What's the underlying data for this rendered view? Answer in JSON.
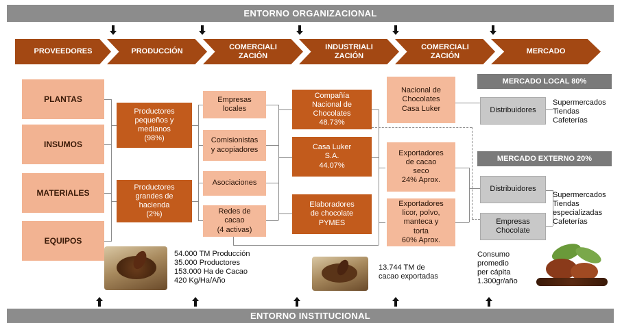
{
  "top_band": "ENTORNO ORGANIZACIONAL",
  "bottom_band": "ENTORNO INSTITUCIONAL",
  "stages": [
    "PROVEEDORES",
    "PRODUCCIÓN",
    "COMERCIALI\nZACIÓN",
    "INDUSTRIALI\nZACIÓN",
    "COMERCIALI\nZACIÓN",
    "MERCADO"
  ],
  "suppliers": [
    "PLANTAS",
    "INSUMOS",
    "MATERIALES",
    "EQUIPOS"
  ],
  "production": {
    "small": "Productores\npequeños y\nmedianos\n(98%)",
    "large": "Productores\ngrandes de\nhacienda\n(2%)"
  },
  "commercialization": {
    "local": "Empresas\nlocales",
    "brokers": "Comisionistas\ny acopiadores",
    "associations": "Asociaciones",
    "networks": "Redes de\ncacao\n(4 activas)"
  },
  "industrialization": {
    "cnc": "Compañía\nNacional de\nChocolates\n48.73%",
    "luker": "Casa Luker\nS.A.\n44.07%",
    "pymes": "Elaboradores\nde chocolate\nPYMES"
  },
  "commercialization2": {
    "national": "Nacional de\nChocolates\nCasa Luker",
    "dry_exporters": "Exportadores\nde cacao\nseco\n24% Aprox.",
    "product_exporters": "Exportadores\nlicor, polvo,\nmanteca y\ntorta\n60% Aprox."
  },
  "market": {
    "local_header": "MERCADO LOCAL 80%",
    "external_header": "MERCADO EXTERNO 20%",
    "local_distributors": "Distribuidores",
    "local_channels": "Supermercados\nTiendas\nCafeterías",
    "ext_distributors": "Distribuidores",
    "ext_channels": "Supermercados\nTiendas\nespecializadas\nCafeterías",
    "chocolate_companies": "Empresas\nChocolate"
  },
  "stats": {
    "production": "54.000 TM Producción\n35.000 Productores\n153.000 Ha de Cacao\n420 Kg/Ha/Año",
    "exports": "13.744 TM de\ncacao exportadas",
    "consumption": "Consumo\npromedio\nper cápita\n1.300gr/año"
  },
  "colors": {
    "chevron": "#a34813",
    "dark_box": "#c25b1c",
    "light_box": "#f4b99a",
    "band": "#8c8c8c"
  }
}
